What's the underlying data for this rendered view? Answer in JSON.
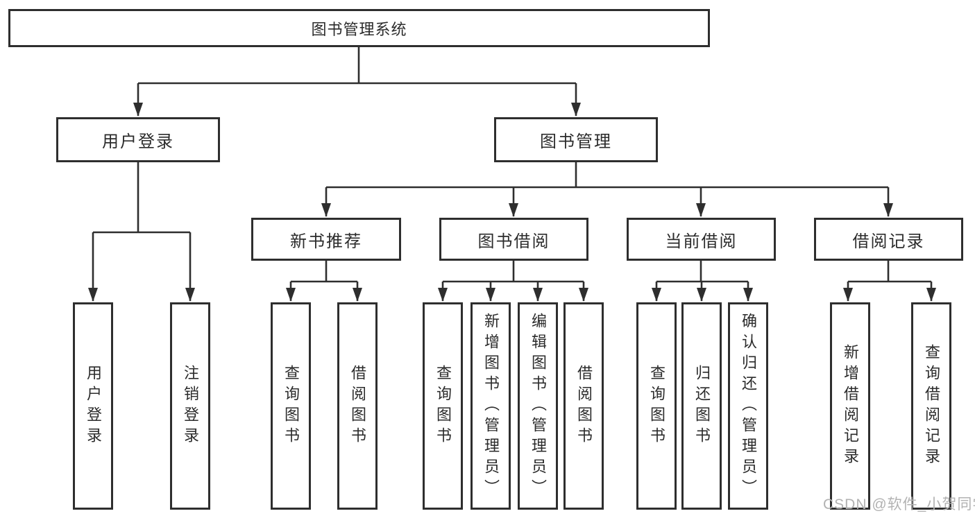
{
  "diagram": {
    "type": "hierarchy-tree",
    "title": "图书管理系统"
  },
  "nodes": {
    "root": {
      "label": "图书管理系统"
    },
    "user_login": {
      "label": "用户登录"
    },
    "book_mgmt": {
      "label": "图书管理"
    },
    "new_book_rec": {
      "label": "新书推荐"
    },
    "book_borrow": {
      "label": "图书借阅"
    },
    "current_borrow": {
      "label": "当前借阅"
    },
    "borrow_record": {
      "label": "借阅记录"
    },
    "leaf_user_login": {
      "label": "用户登录"
    },
    "leaf_logout": {
      "label": "注销登录"
    },
    "leaf_query_book_a": {
      "label": "查询图书"
    },
    "leaf_borrow_book_a": {
      "label": "借阅图书"
    },
    "leaf_query_book_b": {
      "label": "查询图书"
    },
    "leaf_add_book": {
      "label": "新增图书（管理员）"
    },
    "leaf_edit_book": {
      "label": "编辑图书（管理员）"
    },
    "leaf_borrow_book_b": {
      "label": "借阅图书"
    },
    "leaf_query_book_c": {
      "label": "查询图书"
    },
    "leaf_return_book": {
      "label": "归还图书"
    },
    "leaf_confirm_return": {
      "label": "确认归还（管理员）"
    },
    "leaf_add_record": {
      "label": "新增借阅记录"
    },
    "leaf_query_record": {
      "label": "查询借阅记录"
    }
  },
  "hierarchy": {
    "图书管理系统": [
      "用户登录",
      "图书管理"
    ],
    "用户登录": [
      "用户登录",
      "注销登录"
    ],
    "图书管理": [
      "新书推荐",
      "图书借阅",
      "当前借阅",
      "借阅记录"
    ],
    "新书推荐": [
      "查询图书",
      "借阅图书"
    ],
    "图书借阅": [
      "查询图书",
      "新增图书（管理员）",
      "编辑图书（管理员）",
      "借阅图书"
    ],
    "当前借阅": [
      "查询图书",
      "归还图书",
      "确认归还（管理员）"
    ],
    "借阅记录": [
      "新增借阅记录",
      "查询借阅记录"
    ]
  },
  "watermark": {
    "text": "CSDN @软件_小贺同学"
  },
  "colors": {
    "line": "#2e2e2e",
    "text": "#2b2b2b",
    "watermark": "#b2b2b2",
    "background": "#ffffff"
  }
}
